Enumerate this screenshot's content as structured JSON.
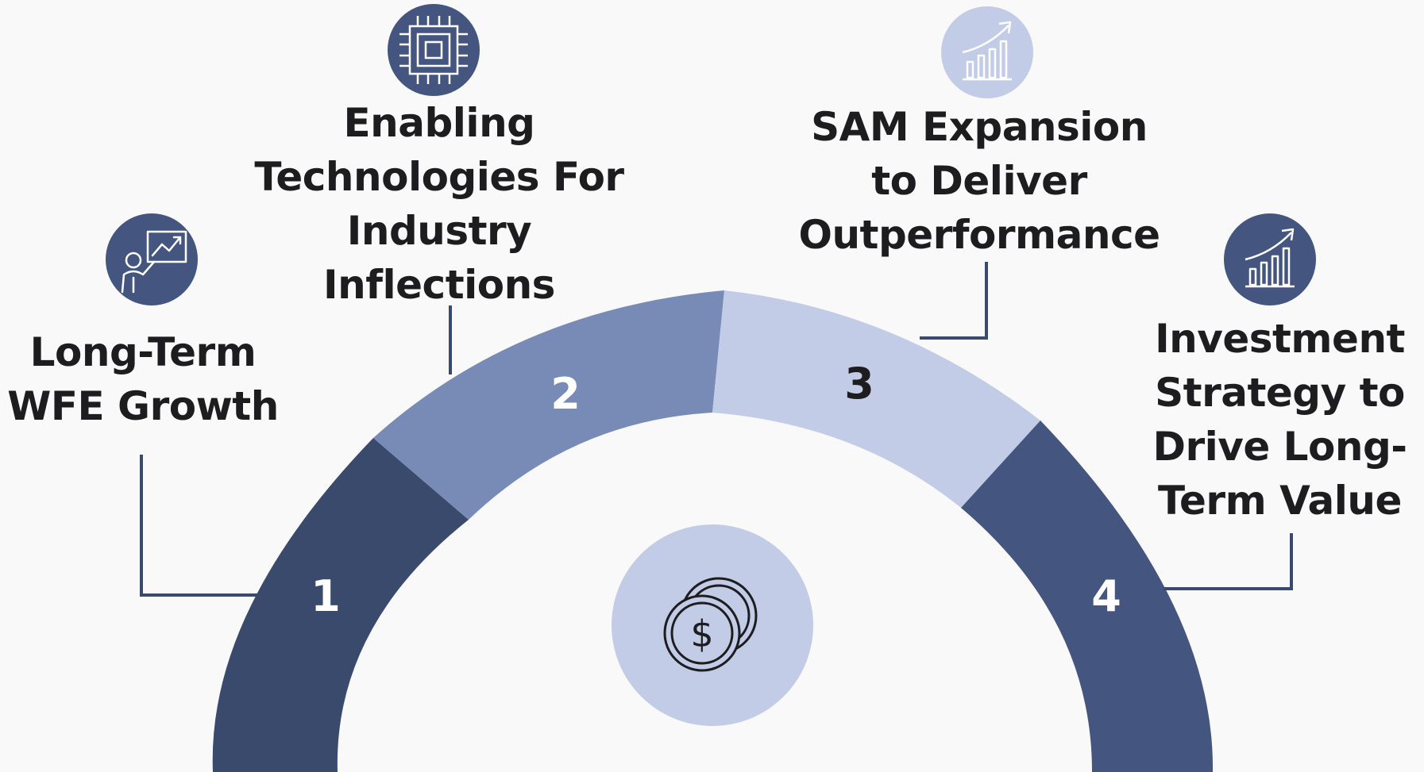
{
  "colors": {
    "background": "#f9f9f9",
    "segment_1": "#394a6d",
    "segment_2": "#788bb6",
    "segment_3": "#c2cce6",
    "segment_4": "#44567f",
    "connector": "#394a6d",
    "center_circle": "#c2cce6",
    "text": "#1d1d1f"
  },
  "center": {
    "icon": "dollar-coins-icon"
  },
  "steps": [
    {
      "number": "1",
      "lines": [
        "Long-Term",
        "WFE Growth"
      ],
      "icon": "presentation-chart-icon"
    },
    {
      "number": "2",
      "lines": [
        "Enabling",
        "Technologies For",
        "Industry",
        "Inflections"
      ],
      "icon": "microchip-icon"
    },
    {
      "number": "3",
      "lines": [
        "SAM Expansion",
        "to Deliver",
        "Outperformance"
      ],
      "icon": "growth-chart-icon"
    },
    {
      "number": "4",
      "lines": [
        "Investment",
        "Strategy to",
        "Drive Long-",
        "Term Value"
      ],
      "icon": "growth-chart-icon"
    }
  ]
}
